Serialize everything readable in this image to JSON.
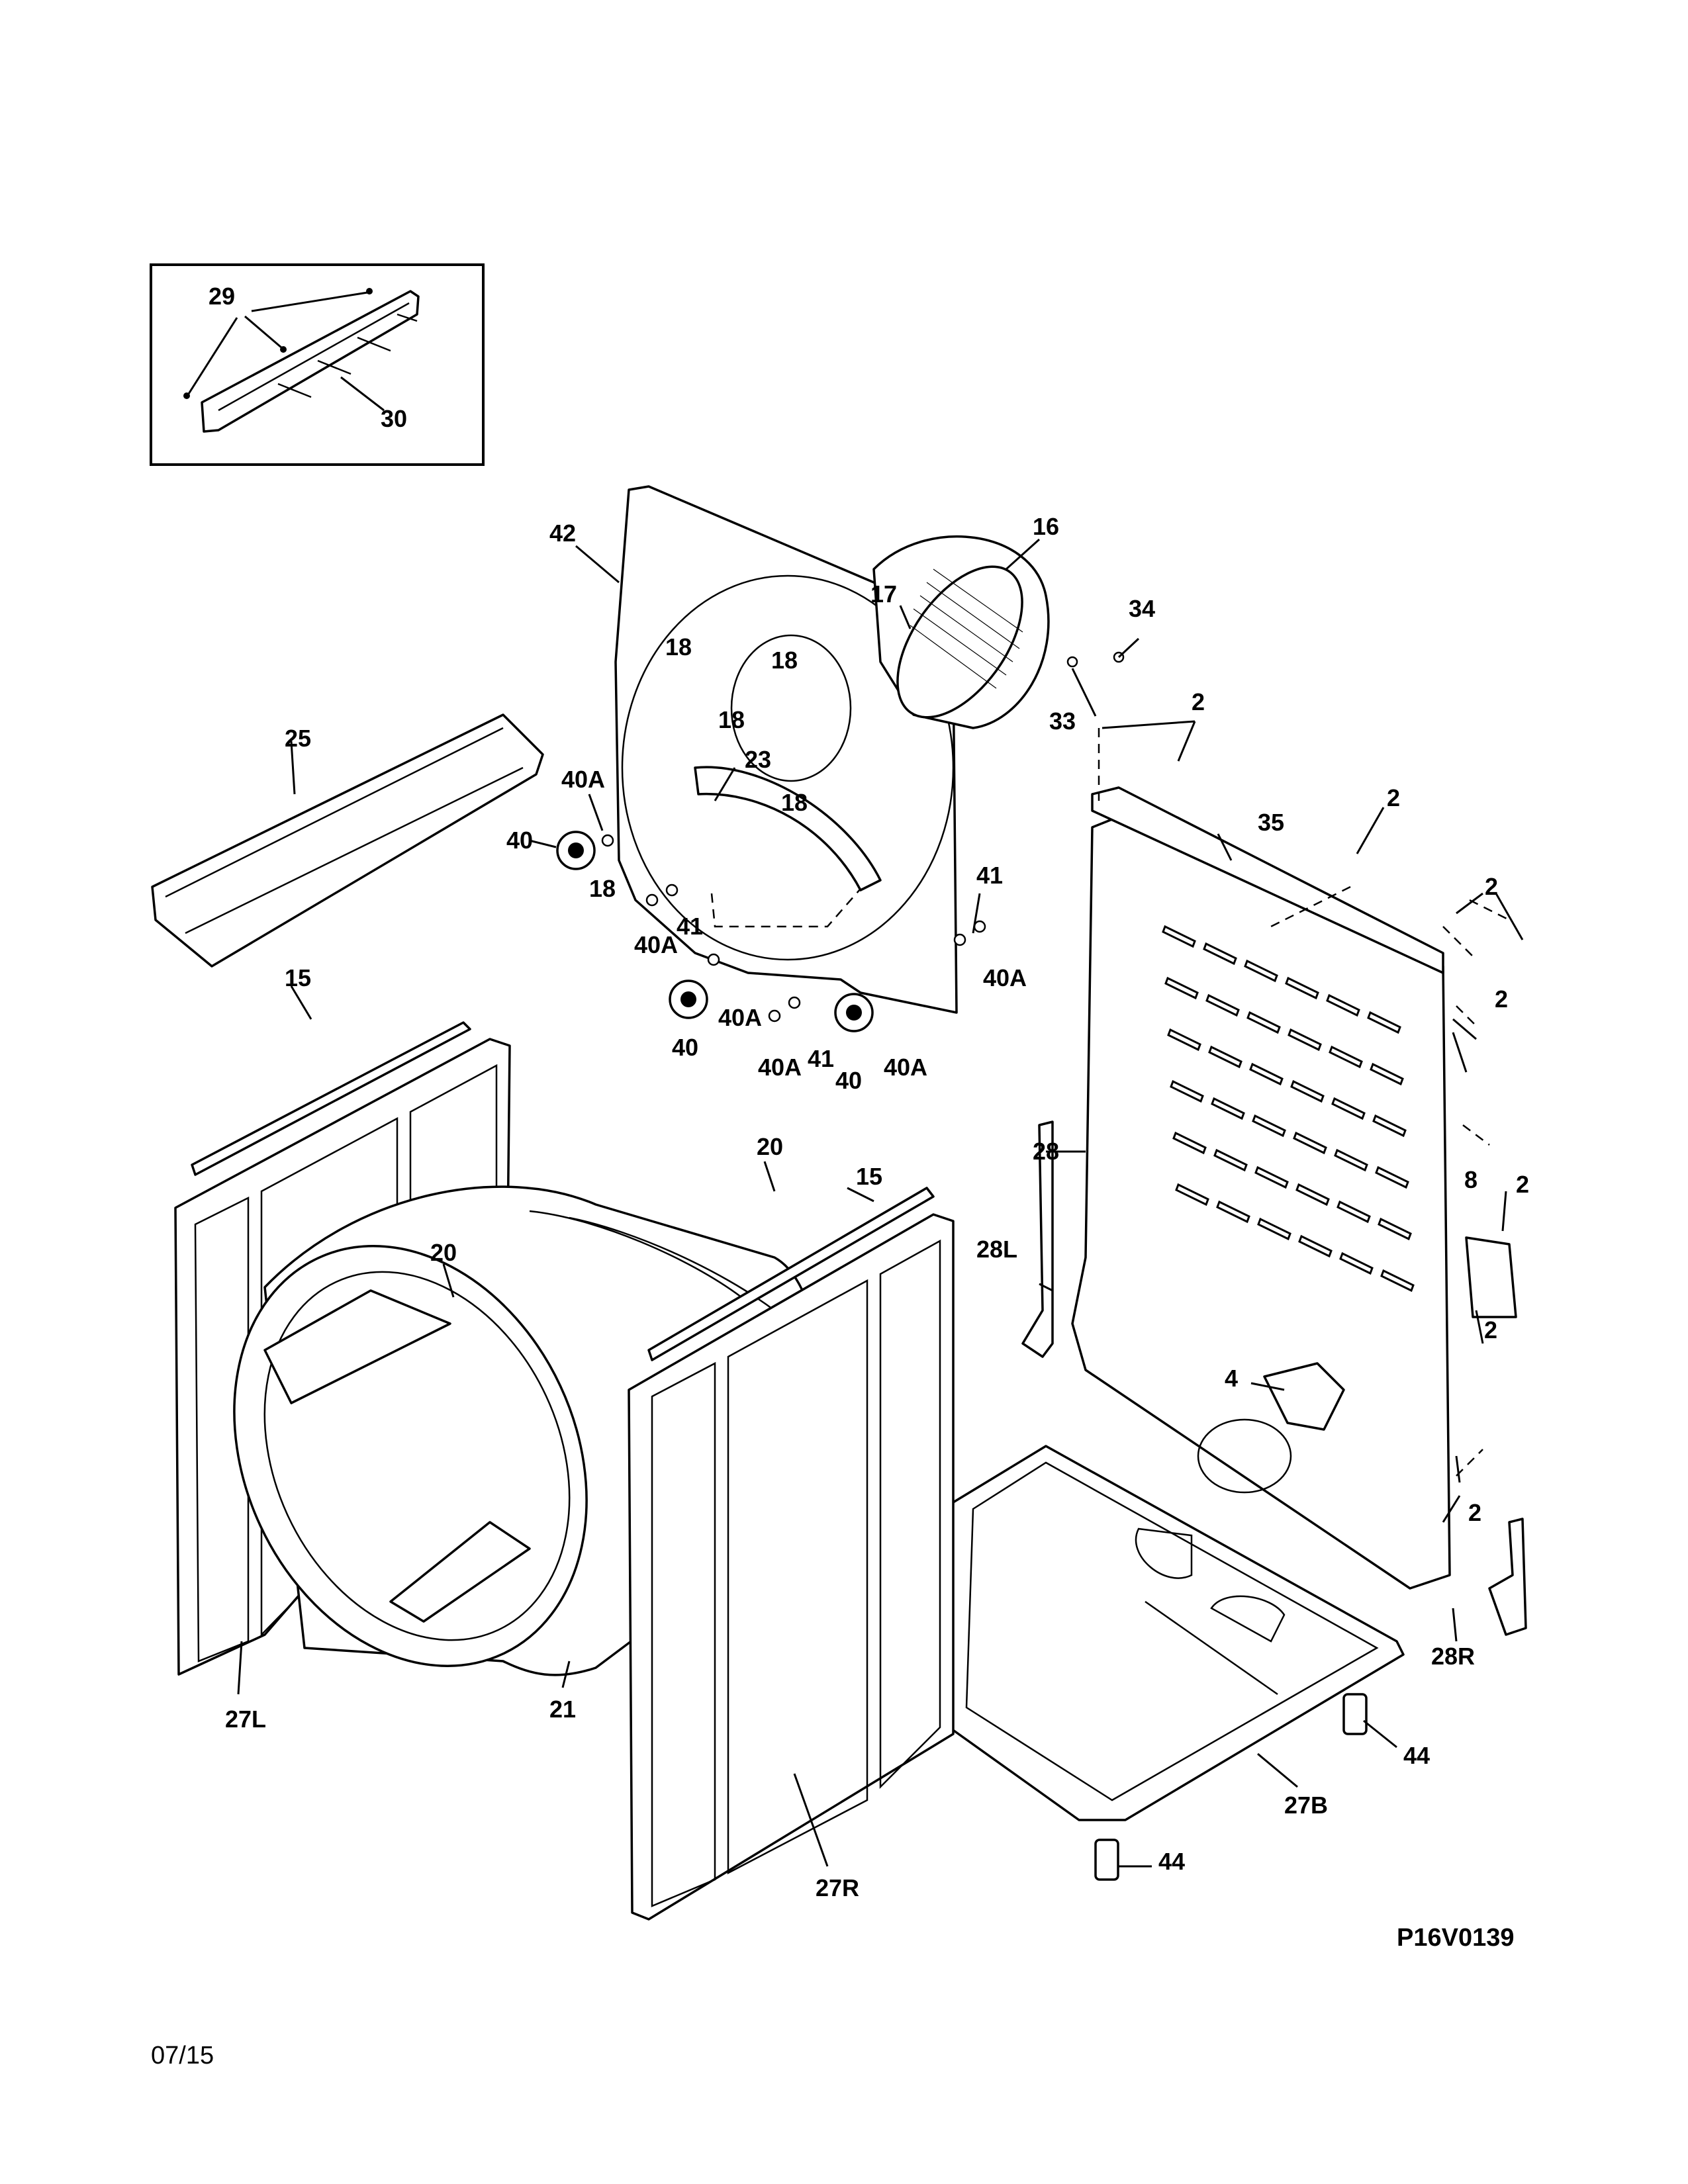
{
  "diagram": {
    "drawing_code": "P16V0139",
    "date_code": "07/15",
    "inset": {
      "labels": [
        "29",
        "30"
      ]
    },
    "callouts": [
      {
        "id": "c29",
        "text": "29"
      },
      {
        "id": "c30",
        "text": "30"
      },
      {
        "id": "c42",
        "text": "42"
      },
      {
        "id": "c16",
        "text": "16"
      },
      {
        "id": "c17",
        "text": "17"
      },
      {
        "id": "c34",
        "text": "34"
      },
      {
        "id": "c33",
        "text": "33"
      },
      {
        "id": "c18a",
        "text": "18"
      },
      {
        "id": "c18b",
        "text": "18"
      },
      {
        "id": "c18c",
        "text": "18"
      },
      {
        "id": "c18d",
        "text": "18"
      },
      {
        "id": "c18e",
        "text": "18"
      },
      {
        "id": "c23",
        "text": "23"
      },
      {
        "id": "c25",
        "text": "25"
      },
      {
        "id": "c40Aa",
        "text": "40A"
      },
      {
        "id": "c40a",
        "text": "40"
      },
      {
        "id": "c41a",
        "text": "41"
      },
      {
        "id": "c40Ab",
        "text": "40A"
      },
      {
        "id": "c40Ac",
        "text": "40A"
      },
      {
        "id": "c40b",
        "text": "40"
      },
      {
        "id": "c40Ad",
        "text": "40A"
      },
      {
        "id": "c41b",
        "text": "41"
      },
      {
        "id": "c40c",
        "text": "40"
      },
      {
        "id": "c40Ae",
        "text": "40A"
      },
      {
        "id": "c41c",
        "text": "41"
      },
      {
        "id": "c40Af",
        "text": "40A"
      },
      {
        "id": "c2a",
        "text": "2"
      },
      {
        "id": "c2b",
        "text": "2"
      },
      {
        "id": "c2c",
        "text": "2"
      },
      {
        "id": "c2d",
        "text": "2"
      },
      {
        "id": "c2e",
        "text": "2"
      },
      {
        "id": "c2f",
        "text": "2"
      },
      {
        "id": "c2g",
        "text": "2"
      },
      {
        "id": "c35",
        "text": "35"
      },
      {
        "id": "c28",
        "text": "28"
      },
      {
        "id": "c8",
        "text": "8"
      },
      {
        "id": "c4",
        "text": "4"
      },
      {
        "id": "c28L",
        "text": "28L"
      },
      {
        "id": "c28R",
        "text": "28R"
      },
      {
        "id": "c15a",
        "text": "15"
      },
      {
        "id": "c15b",
        "text": "15"
      },
      {
        "id": "c20a",
        "text": "20"
      },
      {
        "id": "c20b",
        "text": "20"
      },
      {
        "id": "c21",
        "text": "21"
      },
      {
        "id": "c27L",
        "text": "27L"
      },
      {
        "id": "c27R",
        "text": "27R"
      },
      {
        "id": "c27B",
        "text": "27B"
      },
      {
        "id": "c44a",
        "text": "44"
      },
      {
        "id": "c44b",
        "text": "44"
      }
    ]
  }
}
